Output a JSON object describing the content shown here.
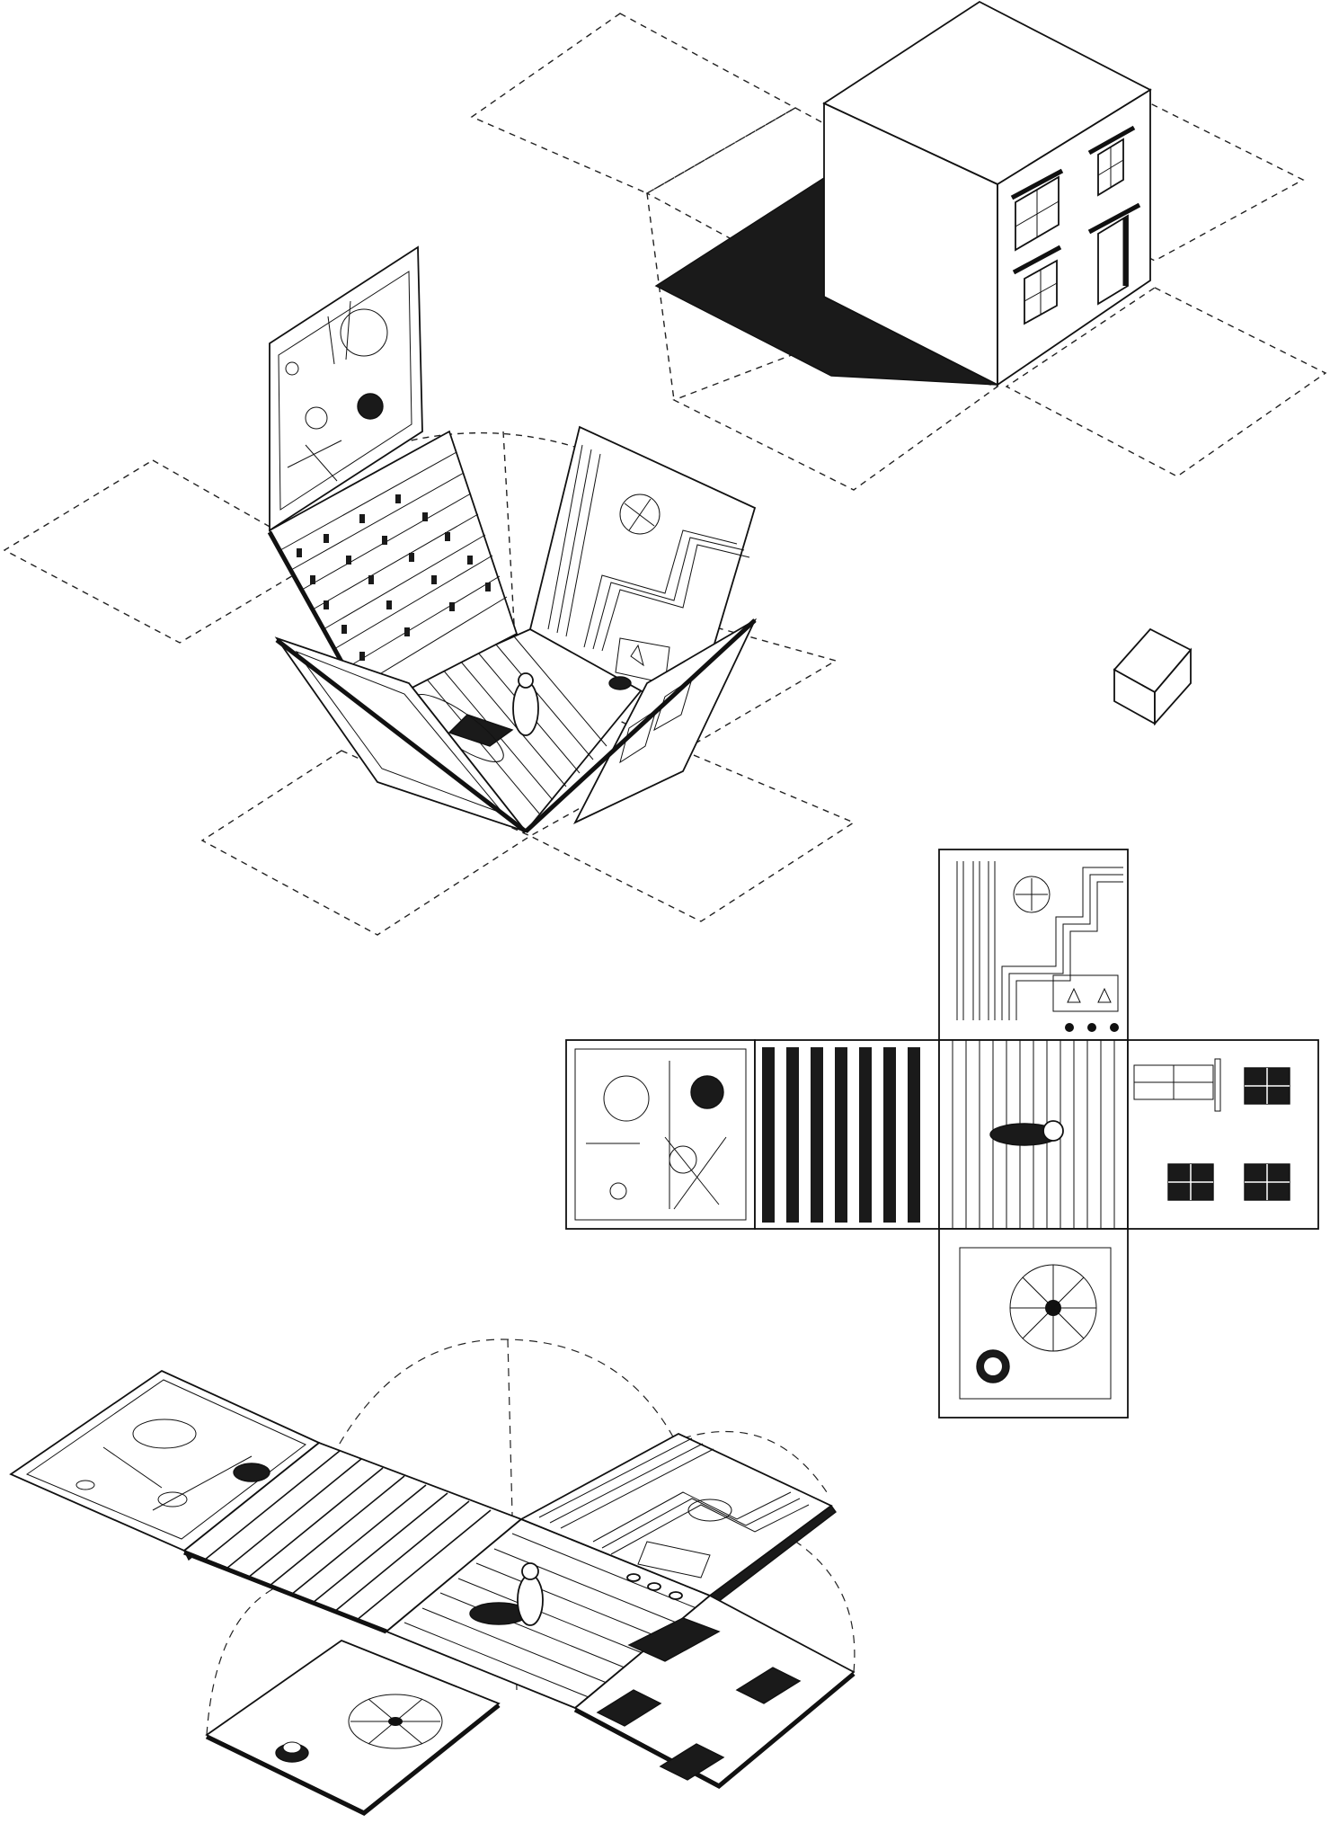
{
  "title": "",
  "colors": {
    "ink": "#111111",
    "shadow": "#1a1a1a",
    "paper": "#ffffff"
  },
  "figures": [
    {
      "id": "closed-house-cube",
      "description_icon": "house-cube"
    },
    {
      "id": "opened-box-room",
      "description_icon": "unfolding-room"
    },
    {
      "id": "small-cube",
      "description_icon": "small-cube"
    },
    {
      "id": "flat-net-plan",
      "description_icon": "cube-net-plan"
    },
    {
      "id": "unfolded-isometric",
      "description_icon": "unfolded-room"
    }
  ]
}
